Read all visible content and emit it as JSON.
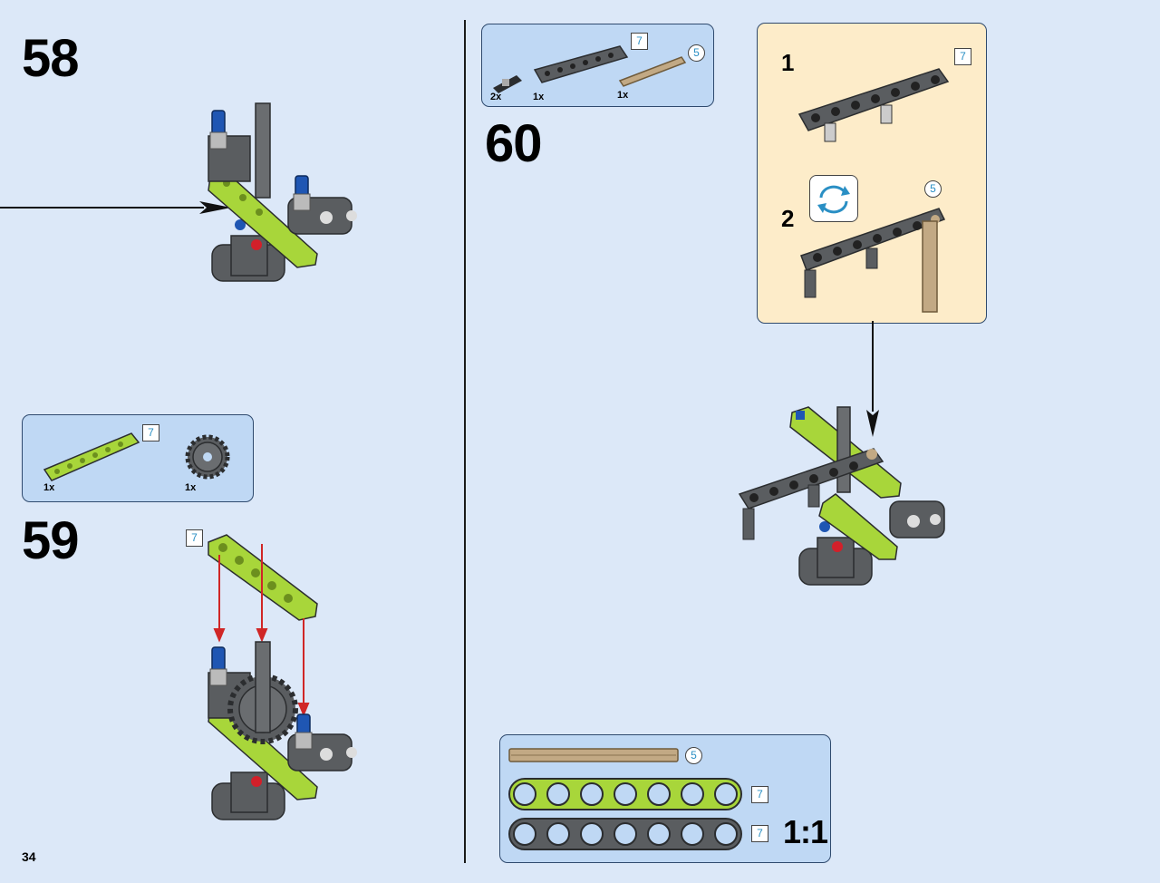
{
  "page_number": "34",
  "steps": [
    {
      "number": "58"
    },
    {
      "number": "59",
      "parts": [
        {
          "qty": "1x",
          "length": "7",
          "part": "lime-beam-7"
        },
        {
          "qty": "1x",
          "part": "gear-24"
        }
      ],
      "callout_length": "7"
    },
    {
      "number": "60",
      "parts": [
        {
          "qty": "2x",
          "part": "pin-with-friction"
        },
        {
          "qty": "1x",
          "length": "7",
          "part": "gray-beam-7"
        },
        {
          "qty": "1x",
          "length": "5",
          "part": "tan-axle-5"
        }
      ]
    }
  ],
  "substeps": [
    {
      "number": "1",
      "length": "7"
    },
    {
      "number": "2",
      "length": "5"
    }
  ],
  "scale_guide": {
    "items": [
      {
        "length": "5",
        "part": "tan-axle"
      },
      {
        "length": "7",
        "part": "lime-beam"
      },
      {
        "length": "7",
        "part": "gray-beam"
      }
    ],
    "ratio_label": "1:1"
  },
  "colors": {
    "page_bg": "#dce8f8",
    "parts_box": "#bfd8f4",
    "substep_box": "#fdecc9",
    "lime": "#a8d63a",
    "dark_gray": "#5a5d60",
    "tan": "#c2a984",
    "blue_pin": "#1f56b3",
    "red_pin": "#d2202a",
    "arrow_red": "#d02626",
    "length_badge_text": "#2a8fc4"
  }
}
